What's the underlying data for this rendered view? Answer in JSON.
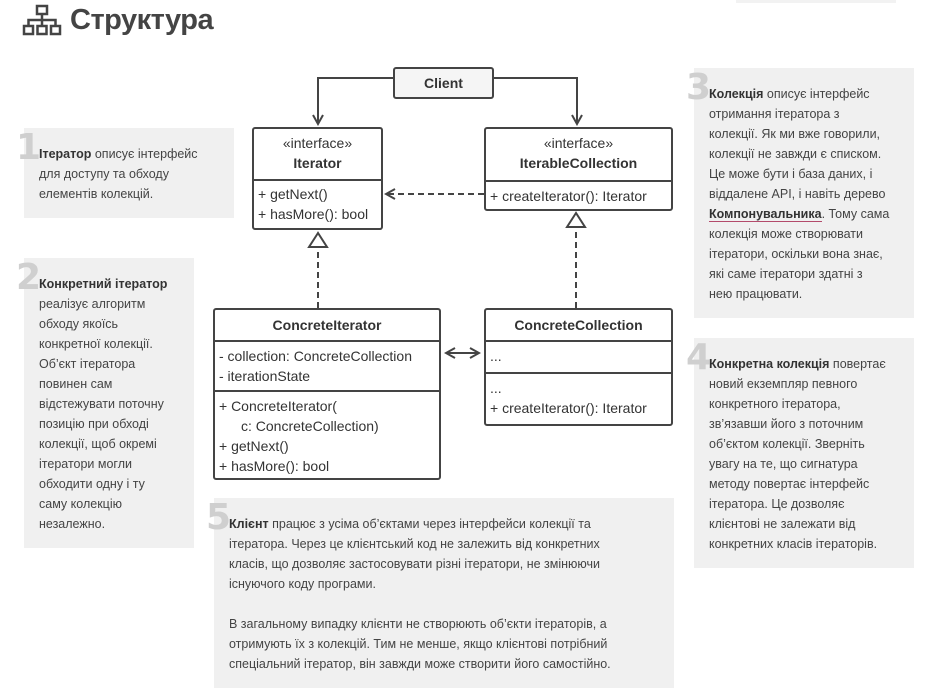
{
  "title": "Структура",
  "notes": {
    "n1": {
      "num": "1",
      "bold": "Ітератор",
      "text1": " описує інтерфейс",
      "text2": "для доступу та обходу",
      "text3": "елементів колекцій."
    },
    "n2": {
      "num": "2",
      "lines": [
        "Конкретний ітератор",
        "реалізує алгоритм",
        "обходу якоїсь",
        "конкретної колекції.",
        "Об’єкт ітератора",
        "повинен сам",
        "відстежувати поточну",
        "позицію при обході",
        "колекції, щоб окремі",
        "ітератори могли",
        "обходити одну і ту",
        "саму колекцію",
        "незалежно."
      ]
    },
    "n3": {
      "num": "3",
      "bold": "Колекція",
      "l1": " описує інтерфейс",
      "lines": [
        "отримання ітератора з",
        "колекції. Як ми вже говорили,",
        "колекції не завжди є списком.",
        "Це може бути і база даних, і",
        "віддалене API, і навіть дерево"
      ],
      "link": "Компонувальника",
      "l7": ". Тому сама",
      "tail": [
        "колекція може створювати",
        "ітератори, оскільки вона знає,",
        "які саме ітератори здатні з",
        "нею працювати."
      ]
    },
    "n4": {
      "num": "4",
      "bold": "Конкретна колекція",
      "l1": " повертає",
      "lines": [
        "новий екземпляр певного",
        "конкретного ітератора,",
        "зв’язавши його з поточним",
        "об’єктом колекції. Зверніть",
        "увагу на те, що сигнатура",
        "методу повертає інтерфейс",
        "ітератора. Це дозволяє",
        "клієнтові не залежати від",
        "конкретних класів ітераторів."
      ]
    },
    "n5": {
      "num": "5",
      "bold": "Клієнт",
      "l1": " працює з усіма об’єктами через інтерфейси колекції та",
      "lines": [
        "ітератора. Через це клієнтський код не залежить від конкретних",
        "класів, що дозволяє застосовувати різні ітератори, не змінюючи",
        "існуючого коду програми."
      ],
      "p2": [
        "В загальному випадку клієнти не створюють об’єкти ітераторів, а",
        "отримують їх з колекцій. Тим не менше, якщо клієнтові потрібний",
        "спеціальний ітератор, він завжди може створити його самостійно."
      ]
    }
  },
  "diagram": {
    "client": "Client",
    "iterator": {
      "stereotype": "«interface»",
      "name": "Iterator",
      "methods": [
        "+ getNext()",
        "+ hasMore(): bool"
      ]
    },
    "iterable": {
      "stereotype": "«interface»",
      "name": "IterableCollection",
      "methods": [
        "+ createIterator(): Iterator"
      ]
    },
    "concrete_iterator": {
      "name": "ConcreteIterator",
      "fields": [
        "- collection: ConcreteCollection",
        "- iterationState"
      ],
      "methods": [
        "+ ConcreteIterator(",
        "c: ConcreteCollection)",
        "+ getNext()",
        "+ hasMore(): bool"
      ]
    },
    "concrete_collection": {
      "name": "ConcreteCollection",
      "fields": [
        "..."
      ],
      "methods": [
        "...",
        "+ createIterator(): Iterator"
      ]
    }
  },
  "colors": {
    "note_bg": "#f0f0f0",
    "number": "#cfcfcf",
    "link_underline": "#b34a6b",
    "line": "#444444"
  }
}
